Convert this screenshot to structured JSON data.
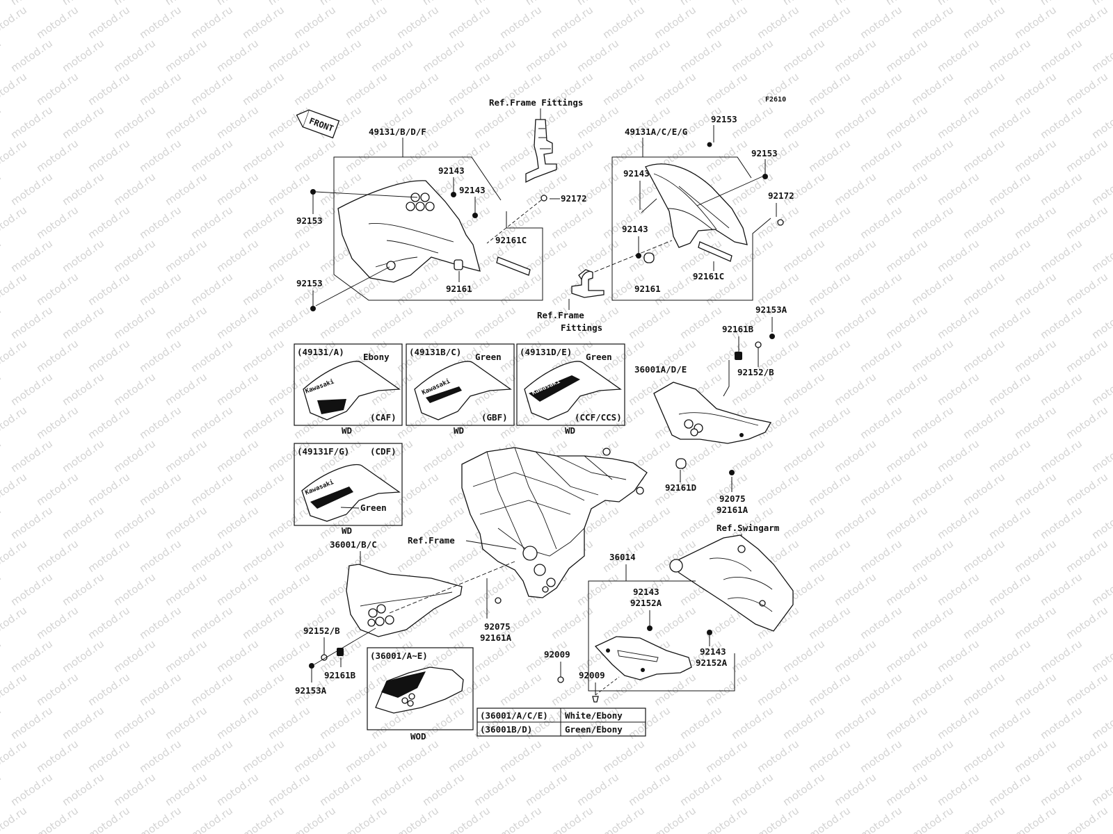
{
  "figure_code": "F2610",
  "watermark": {
    "text": "motod.ru",
    "color": "#d3d3d3"
  },
  "front_arrow": "FRONT",
  "callouts": {
    "ref_frame_fittings_top": "Ref.Frame Fittings",
    "shroud_left": "49131/B/D/F",
    "shroud_right": "49131A/C/E/G",
    "c92153_r1": "92153",
    "c92153_r2": "92153",
    "c92143_l1": "92143",
    "c92143_l2": "92143",
    "c92172_l": "92172",
    "c92153_l1": "92153",
    "c92161c_l": "92161C",
    "c92153_l2": "92153",
    "c92161_l": "92161",
    "c92143_r1": "92143",
    "c92172_r": "92172",
    "c92143_r2": "92143",
    "c92161c_r": "92161C",
    "c92161_r": "92161",
    "ref_frame_fittings_mid_1": "Ref.Frame",
    "ref_frame_fittings_mid_2": "Fittings",
    "c92153a_r": "92153A",
    "c92161b_r": "92161B",
    "c92152b_r": "92152/B",
    "cover_right": "36001A/D/E",
    "c92161d": "92161D",
    "c92075_r": "92075",
    "c92161a_r": "92161A",
    "ref_swingarm": "Ref.Swingarm",
    "ref_frame": "Ref.Frame",
    "cover_left": "36001/B/C",
    "guard": "36014",
    "c92143_g1": "92143",
    "c92152a_g1": "92152A",
    "c92075_l": "92075",
    "c92161a_l": "92161A",
    "c92152b_l": "92152/B",
    "c92161b_l": "92161B",
    "c92153a_l": "92153A",
    "c92009_1": "92009",
    "c92009_2": "92009",
    "c92143_g2": "92143",
    "c92152a_g2": "92152A"
  },
  "variant_boxes": [
    {
      "part": "(49131/A)",
      "color": "Ebony",
      "code": "(CAF)",
      "tag": "WD"
    },
    {
      "part": "(49131B/C)",
      "color": "Green",
      "code": "(GBF)",
      "tag": "WD"
    },
    {
      "part": "(49131D/E)",
      "color": "Green",
      "code": "(CCF/CCS)",
      "tag": "WD"
    },
    {
      "part": "(49131F/G)",
      "color": "Green",
      "code": "(CDF)",
      "tag": "WD"
    }
  ],
  "cover_variant": {
    "part": "(36001/A~E)",
    "tag": "WOD"
  },
  "color_table": [
    {
      "part": "(36001/A/C/E)",
      "color": "White/Ebony"
    },
    {
      "part": "(36001B/D)",
      "color": "Green/Ebony"
    }
  ],
  "decal_text": "Kawasaki"
}
